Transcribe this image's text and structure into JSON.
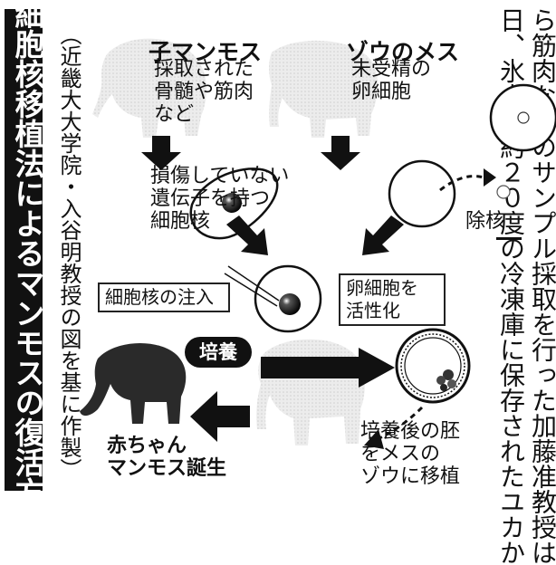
{
  "title": "体細胞核移植法によるマンモスの復活方法",
  "credit": "（近畿大大学院・入谷明教授の図を基に作製）",
  "article": {
    "col1": "日、氷点下約２０度の冷凍庫に保存されたユカか",
    "col2": "ら筋肉などのサンプル採取を行った加藤准教授は"
  },
  "mammoth_child": {
    "heading": "子マンモス",
    "description": "採取された\n骨髄や筋肉\nなど"
  },
  "elephant_female": {
    "heading": "ゾウのメス",
    "description": "未受精の\n卵細胞"
  },
  "undamaged_nucleus": "損傷していない\n遺伝子を持つ\n細胞核",
  "enucleation": "除核",
  "nucleus_injection": "細胞核の注入",
  "egg_activation": "卵細胞を\n活性化",
  "culture": "培養",
  "transfer": "培養後の胚\nをメスの\nゾウに移植",
  "baby_birth": "赤ちゃん\nマンモス誕生"
}
